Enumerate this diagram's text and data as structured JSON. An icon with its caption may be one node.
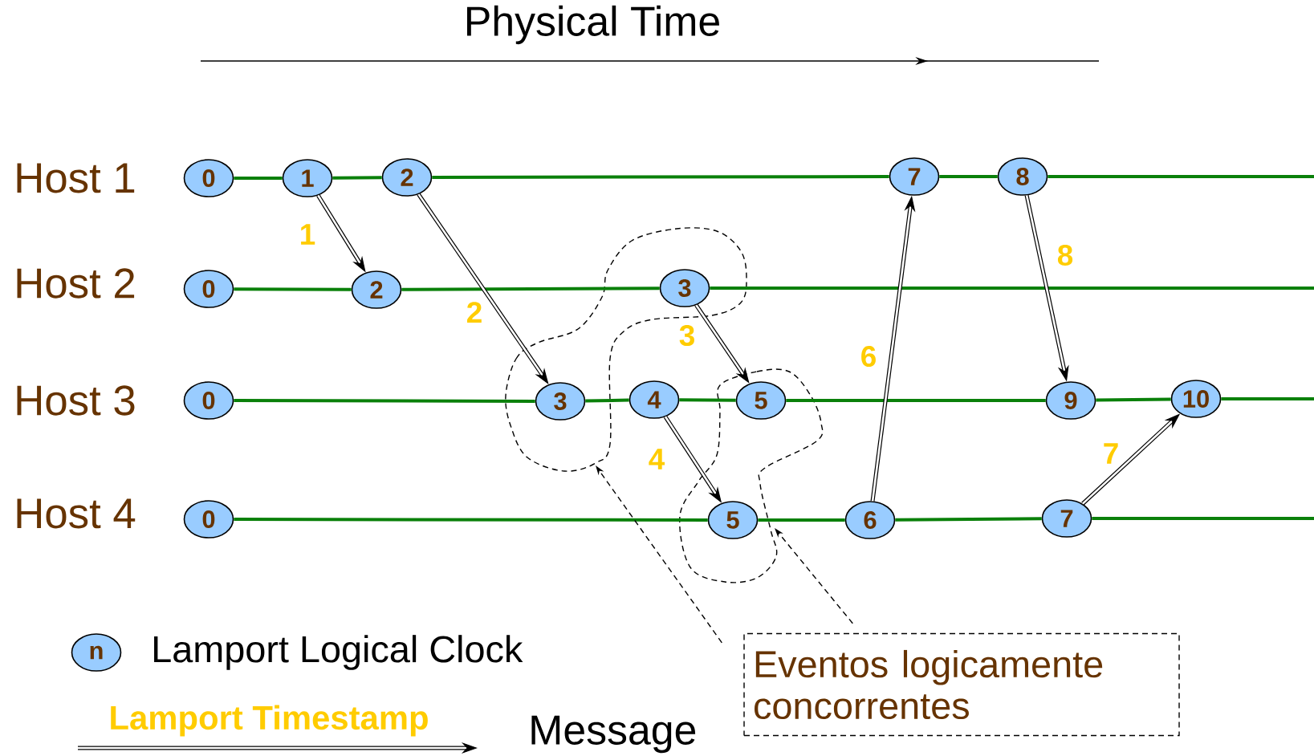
{
  "diagram": {
    "nodes": [
      {
        "text": [
          "0"
        ]
      },
      {
        "text": [
          "1"
        ]
      },
      {
        "text": [
          "2"
        ]
      },
      {
        "text": [
          "7"
        ]
      },
      {
        "text": [
          "8"
        ]
      },
      {
        "text": [
          "0"
        ]
      },
      {
        "text": [
          "2"
        ]
      },
      {
        "text": [
          "3"
        ]
      },
      {
        "text": [
          "0"
        ]
      },
      {
        "text": [
          "3"
        ]
      },
      {
        "text": [
          "4"
        ]
      },
      {
        "text": [
          "5"
        ]
      },
      {
        "text": [
          "9"
        ]
      },
      {
        "text": [
          "10"
        ]
      },
      {
        "text": [
          "0"
        ]
      },
      {
        "text": [
          "5"
        ]
      },
      {
        "text": [
          "6"
        ]
      },
      {
        "text": [
          "7"
        ]
      },
      {
        "text": [
          "Eventos logicamente concorrentes"
        ]
      }
    ],
    "edges": [
      {
        "from": 0,
        "to": 1,
        "arrow": "none"
      },
      {
        "from": 1,
        "to": 2,
        "arrow": "none"
      },
      {
        "from": 2,
        "to": 3,
        "arrow": "none"
      },
      {
        "from": 3,
        "to": 4,
        "arrow": "none"
      },
      {
        "from": 4,
        "to": null,
        "arrow": "none"
      },
      {
        "from": 5,
        "to": 6,
        "arrow": "none"
      },
      {
        "from": 6,
        "to": 7,
        "arrow": "none"
      },
      {
        "from": 7,
        "to": null,
        "arrow": "none"
      },
      {
        "from": 8,
        "to": 9,
        "arrow": "none"
      },
      {
        "from": 9,
        "to": 10,
        "arrow": "none"
      },
      {
        "from": 10,
        "to": 11,
        "arrow": "none"
      },
      {
        "from": 11,
        "to": 12,
        "arrow": "none"
      },
      {
        "from": 12,
        "to": 13,
        "arrow": "none"
      },
      {
        "from": 13,
        "to": null,
        "arrow": "none"
      },
      {
        "from": 14,
        "to": 15,
        "arrow": "none"
      },
      {
        "from": 15,
        "to": 16,
        "arrow": "none"
      },
      {
        "from": 16,
        "to": 17,
        "arrow": "none"
      },
      {
        "from": 17,
        "to": null,
        "arrow": "none"
      },
      {
        "from": 1,
        "to": 6,
        "arrow": "to",
        "label": "1",
        "color": "#000000"
      },
      {
        "from": 2,
        "to": 9,
        "arrow": "to",
        "label": "2",
        "color": "#000000"
      },
      {
        "from": 7,
        "to": 11,
        "arrow": "to",
        "label": "3",
        "color": "#000000"
      },
      {
        "from": 10,
        "to": 15,
        "arrow": "to",
        "label": "4",
        "color": "#000000"
      },
      {
        "from": 16,
        "to": 3,
        "arrow": "to",
        "label": "6",
        "color": "#000000"
      },
      {
        "from": 17,
        "to": 13,
        "arrow": "to",
        "label": "7",
        "color": "#000000"
      },
      {
        "from": 4,
        "to": 12,
        "arrow": "to",
        "label": "8",
        "color": "#000000"
      },
      {
        "from": 18,
        "to": null,
        "arrow": "to",
        "style": "dashed",
        "color": "#000000"
      },
      {
        "from": 18,
        "to": null,
        "arrow": "to",
        "style": "dashed",
        "color": "#000000"
      }
    ],
    "labels": [
      "Physical Time",
      "Host 1",
      "Host 2",
      "Host 3",
      "Host 4",
      "n",
      "Lamport Timestamp"
    ],
    "legend": [
      {
        "text": "Lamport Logical Clock"
      },
      {
        "text": "Message"
      }
    ]
  }
}
